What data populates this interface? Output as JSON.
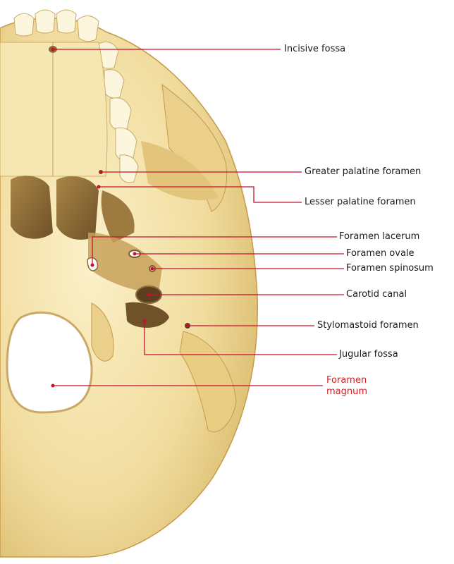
{
  "labels": {
    "incisive_fossa": "Incisive fossa",
    "greater_palatine_foramen": "Greater palatine foramen",
    "lesser_palatine_foramen": "Lesser palatine foramen",
    "foramen_lacerum": "Foramen lacerum",
    "foramen_ovale": "Foramen ovale",
    "foramen_spinosum": "Foramen spinosum",
    "carotid_canal": "Carotid canal",
    "stylomastoid_foramen": "Stylomastoid foramen",
    "jugular_fossa": "Jugular fossa",
    "foramen_magnum": "Foramen magnum"
  },
  "colors": {
    "leader_line": "#c8102e",
    "highlight_text": "#d91e1e",
    "bone": "#f2dfa3",
    "bone_shadow": "#d9b86a",
    "cavity": "#8a6a3a"
  }
}
